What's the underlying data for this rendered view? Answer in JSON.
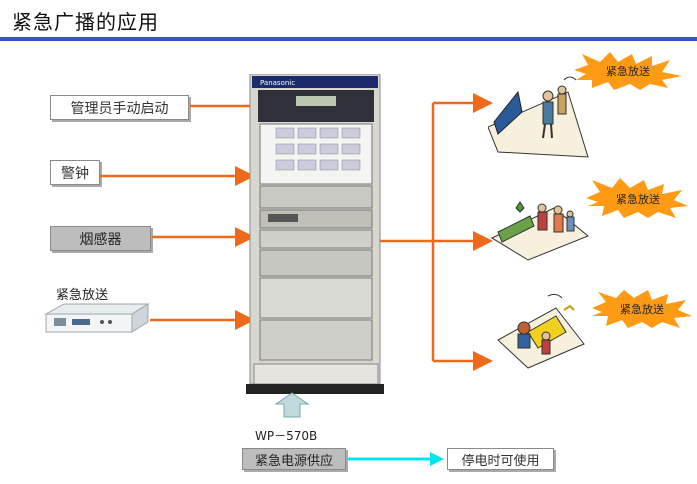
{
  "title": "紧急广播的应用",
  "inputs": {
    "manual": "管理员手动启动",
    "alarm": "警钟",
    "smoke": "烟感器",
    "emergency_label": "紧急放送"
  },
  "rack": {
    "model": "WP－570B",
    "brand": "Panasonic"
  },
  "power": {
    "supply": "紧急电源供应",
    "result": "停电时可使用"
  },
  "outputs": {
    "burst1": "紧急放送",
    "burst2": "紧急放送",
    "burst3": "紧急放送"
  },
  "colors": {
    "accent_line": "#ee6a1a",
    "title_bar": "#3355cc",
    "power_arrow": "#00e5f0",
    "burst": "#ff9a14"
  }
}
